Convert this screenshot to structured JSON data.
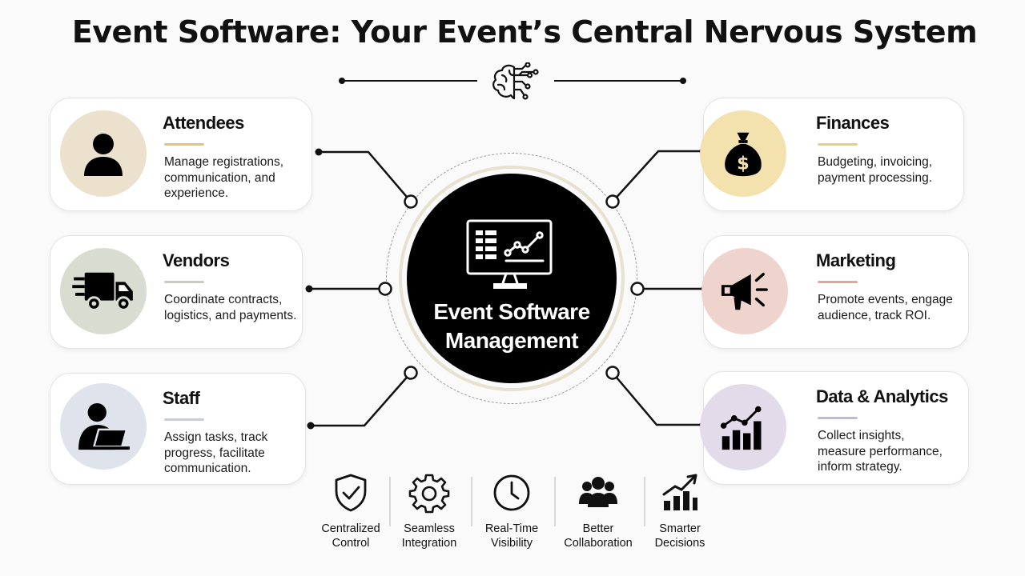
{
  "title": "Event Software: Your Event’s Central Nervous System",
  "title_icon": "brain-circuit-icon",
  "hub": {
    "icon": "monitor-chart-icon",
    "label_line1": "Event Software",
    "label_line2": "Management"
  },
  "cards": {
    "attendees": {
      "title": "Attendees",
      "description": "Manage registrations, communication, and experience.",
      "icon": "person-icon",
      "circle_color": "#ece1cc",
      "accent_color": "#e3c37a"
    },
    "vendors": {
      "title": "Vendors",
      "description": "Coordinate contracts, logistics, and payments.",
      "icon": "delivery-truck-icon",
      "circle_color": "#d9ddd1",
      "accent_color": "#c8cbbd"
    },
    "staff": {
      "title": "Staff",
      "description": "Assign tasks, track progress, facilitate communication.",
      "icon": "person-laptop-icon",
      "circle_color": "#dfe3ec",
      "accent_color": "#c6cde0"
    },
    "finances": {
      "title": "Finances",
      "description": "Budgeting, invoicing, payment processing.",
      "icon": "money-bag-icon",
      "circle_color": "#f4e2ae",
      "accent_color": "#e9cf7e"
    },
    "marketing": {
      "title": "Marketing",
      "description": "Promote events, engage audience, track ROI.",
      "icon": "megaphone-icon",
      "circle_color": "#efd3cd",
      "accent_color": "#e1a79b"
    },
    "analytics": {
      "title": "Data & Analytics",
      "description": "Collect insights, measure performance, inform strategy.",
      "icon": "bar-chart-icon",
      "circle_color": "#e2dcea",
      "accent_color": "#c6b6dc"
    }
  },
  "benefits": [
    {
      "line1": "Centralized",
      "line2": "Control",
      "icon": "shield-check-icon"
    },
    {
      "line1": "Seamless",
      "line2": "Integration",
      "icon": "gear-icon"
    },
    {
      "line1": "Real-Time",
      "line2": "Visibility",
      "icon": "clock-icon"
    },
    {
      "line1": "Better",
      "line2": "Collaboration",
      "icon": "team-icon"
    },
    {
      "line1": "Smarter",
      "line2": "Decisions",
      "icon": "growth-chart-icon"
    }
  ]
}
